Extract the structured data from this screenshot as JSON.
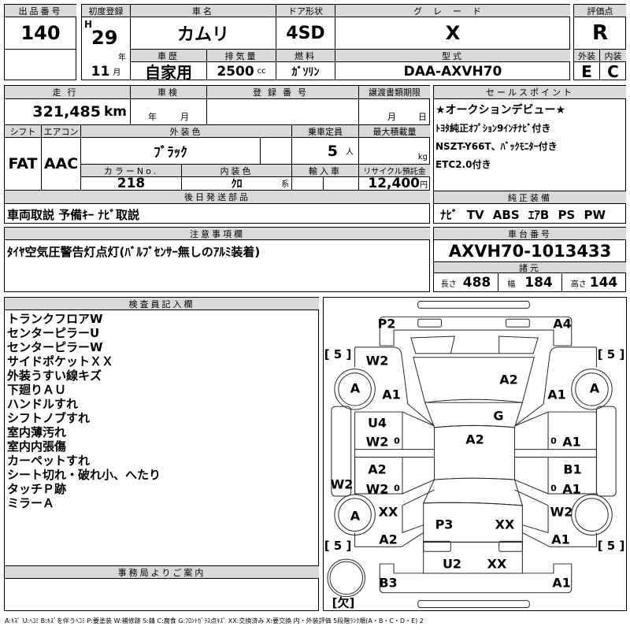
{
  "lot": {
    "label": "出品番号",
    "value": "140"
  },
  "first_reg": {
    "label": "初度登録",
    "era": "H",
    "year": "29",
    "year_unit": "年",
    "month": "11",
    "month_unit": "月"
  },
  "car_name": {
    "label": "車名",
    "value": "カムリ"
  },
  "door": {
    "label": "ドア形状",
    "value": "4SD"
  },
  "grade": {
    "label": "グレード",
    "value": "X"
  },
  "history": {
    "label": "車歴",
    "value": "自家用"
  },
  "displacement": {
    "label": "排気量",
    "value": "2500",
    "unit": "cc"
  },
  "fuel": {
    "label": "燃料",
    "value": "ｶﾞｿﾘﾝ"
  },
  "model": {
    "label": "型式",
    "value": "DAA-AXVH70"
  },
  "score": {
    "label": "評価点",
    "value": "R",
    "ext_label": "外装",
    "int_label": "内装",
    "ext": "E",
    "int": "C"
  },
  "mileage": {
    "label": "走行",
    "value": "321,485",
    "unit": "km"
  },
  "inspection": {
    "label": "車検",
    "year_unit": "年",
    "month_unit": "月"
  },
  "reg_no": {
    "label": "登録番号"
  },
  "transfer": {
    "label": "譲渡書類期限",
    "month_unit": "月",
    "day_unit": "日"
  },
  "shift": {
    "label": "シフト",
    "value": "FAT"
  },
  "ac": {
    "label": "エアコン",
    "value": "AAC"
  },
  "ext_color": {
    "label": "外装色",
    "value": "ﾌﾞﾗｯｸ"
  },
  "capacity": {
    "label": "乗車定員",
    "value": "5",
    "unit": "人"
  },
  "max_load": {
    "label": "最大積載量",
    "unit": "kg"
  },
  "color_no": {
    "label": "カラーNo.",
    "value": "218"
  },
  "int_color": {
    "label": "内装色",
    "value": "ｸﾛ",
    "unit": "系"
  },
  "import": {
    "label": "輸入車"
  },
  "recycle": {
    "label": "リサイクル預託金",
    "value": "12,400",
    "unit": "円"
  },
  "later_parts": {
    "label": "後日発送部品",
    "value": "車両取説 予備ｷｰ ﾅﾋﾞ取説"
  },
  "sales_point": {
    "label": "セールスポイント",
    "lines": [
      "★オークションデビュー★",
      "ﾄﾖﾀ純正ｵﾌﾟｼｮﾝ9ｲﾝﾁﾅﾋﾞ付き",
      "NSZT-Y66T、ﾊﾞｯｸﾓﾆﾀｰ付き",
      "ETC2.0付き"
    ]
  },
  "equipment": {
    "label": "純正装備",
    "value": "ﾅﾋﾞ TV ABS ｴｱB PS PW"
  },
  "notes": {
    "label": "注意事項欄",
    "value": "ﾀｲﾔ空気圧警告灯点灯(ﾊﾞﾙﾌﾞｾﾝｻｰ無しのｱﾙﾐ装着)"
  },
  "chassis": {
    "label": "車台番号",
    "value": "AXVH70-1013433"
  },
  "specs": {
    "label": "諸元",
    "length_label": "長さ",
    "length": "488",
    "width_label": "幅",
    "width": "184",
    "height_label": "高さ",
    "height": "144"
  },
  "inspector": {
    "label": "検査員記入欄",
    "items": [
      "トランクフロアW",
      "センターピラーU",
      "センターピラーW",
      "サイドポケットＸＸ",
      "外装うすい線キズ",
      "下廻りＡＵ",
      "ハンドルすれ",
      "シフトノブすれ",
      "室内薄汚れ",
      "室内内張傷",
      "カーペットすれ",
      "シート切れ・破れ小、へたり",
      "タッチＰ跡",
      "ミラーＡ"
    ]
  },
  "office": {
    "label": "事務局よりご案内"
  },
  "diagram": {
    "marks": [
      {
        "t": "P2"
      },
      {
        "t": "A4"
      },
      {
        "t": "[ 5 ]"
      },
      {
        "t": "[ 5 ]"
      },
      {
        "t": "W2"
      },
      {
        "t": "A"
      },
      {
        "t": "A1"
      },
      {
        "t": "A2"
      },
      {
        "t": "A1"
      },
      {
        "t": "A"
      },
      {
        "t": "G"
      },
      {
        "t": "U4"
      },
      {
        "t": "W2"
      },
      {
        "t": "0"
      },
      {
        "t": "A2"
      },
      {
        "t": "0"
      },
      {
        "t": "A1"
      },
      {
        "t": "A2"
      },
      {
        "t": "B1"
      },
      {
        "t": "W2"
      },
      {
        "t": "W2"
      },
      {
        "t": "0"
      },
      {
        "t": "0"
      },
      {
        "t": "A1"
      },
      {
        "t": "A"
      },
      {
        "t": "XX"
      },
      {
        "t": "W2"
      },
      {
        "t": "P3"
      },
      {
        "t": "XX"
      },
      {
        "t": "A2"
      },
      {
        "t": "A1"
      },
      {
        "t": "[ 5 ]"
      },
      {
        "t": "[ 5 ]"
      },
      {
        "t": "U2"
      },
      {
        "t": "XX"
      },
      {
        "t": "B3"
      },
      {
        "t": "A1"
      },
      {
        "t": "[欠]"
      }
    ]
  },
  "legend": "A:ｷｽﾞ U:ﾍｺﾐ B:ｷｽﾞを伴うﾍｺﾐ P:要塗装 W:補修跡 S:錆 C:腐食 G:ﾌﾛﾝﾄｶﾞﾗｽ点ｷｽﾞ XX:交換済み X:要交換 内・外装評価 5段階ﾗﾝｸ順(A・B・C・D・E) 2"
}
